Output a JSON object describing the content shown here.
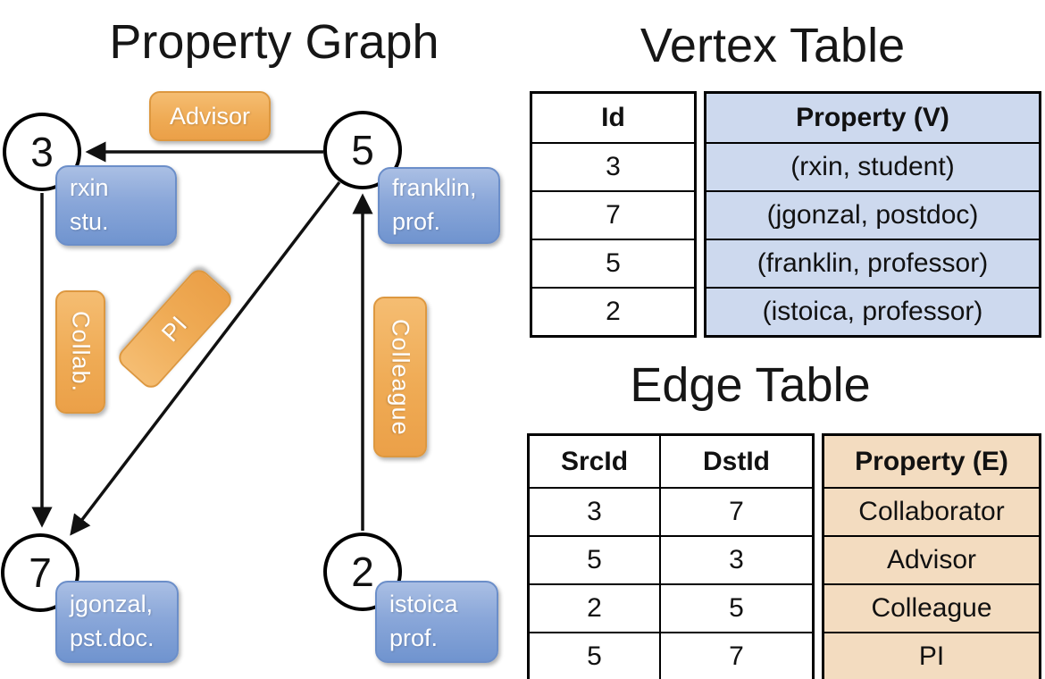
{
  "titles": {
    "graph": "Property Graph",
    "vertex_table": "Vertex Table",
    "edge_table": "Edge Table"
  },
  "graph": {
    "vertices": {
      "v3": {
        "id": "3",
        "line1": "rxin",
        "line2": "stu."
      },
      "v5": {
        "id": "5",
        "line1": "franklin,",
        "line2": "prof."
      },
      "v7": {
        "id": "7",
        "line1": "jgonzal,",
        "line2": "pst.doc."
      },
      "v2": {
        "id": "2",
        "line1": "istoica",
        "line2": "prof."
      }
    },
    "edge_labels": {
      "advisor": "Advisor",
      "collab": "Collab.",
      "pi": "PI",
      "colleague": "Colleague"
    },
    "edges": [
      {
        "from": "5",
        "to": "3",
        "label": "Advisor"
      },
      {
        "from": "3",
        "to": "7",
        "label": "Collab."
      },
      {
        "from": "5",
        "to": "7",
        "label": "PI"
      },
      {
        "from": "2",
        "to": "5",
        "label": "Colleague"
      }
    ]
  },
  "vertex_table": {
    "columns": [
      "Id",
      "Property (V)"
    ],
    "rows": [
      {
        "id": "3",
        "property": "(rxin, student)"
      },
      {
        "id": "7",
        "property": "(jgonzal, postdoc)"
      },
      {
        "id": "5",
        "property": "(franklin, professor)"
      },
      {
        "id": "2",
        "property": "(istoica, professor)"
      }
    ]
  },
  "edge_table": {
    "columns": [
      "SrcId",
      "DstId",
      "Property (E)"
    ],
    "rows": [
      {
        "src": "3",
        "dst": "7",
        "property": "Collaborator"
      },
      {
        "src": "5",
        "dst": "3",
        "property": "Advisor"
      },
      {
        "src": "2",
        "dst": "5",
        "property": "Colleague"
      },
      {
        "src": "5",
        "dst": "7",
        "property": "PI"
      }
    ]
  },
  "colors": {
    "edge_label_orange_top": "#f5bd72",
    "edge_label_orange_bottom": "#eba048",
    "edge_label_border": "#dd9840",
    "node_label_blue_top": "#aabfe4",
    "node_label_blue_bottom": "#7094cf",
    "node_label_border": "#6b8ec9",
    "vertex_property_cell": "#cdd9ee",
    "edge_property_cell": "#f3dcc0",
    "line_color": "#111111"
  }
}
